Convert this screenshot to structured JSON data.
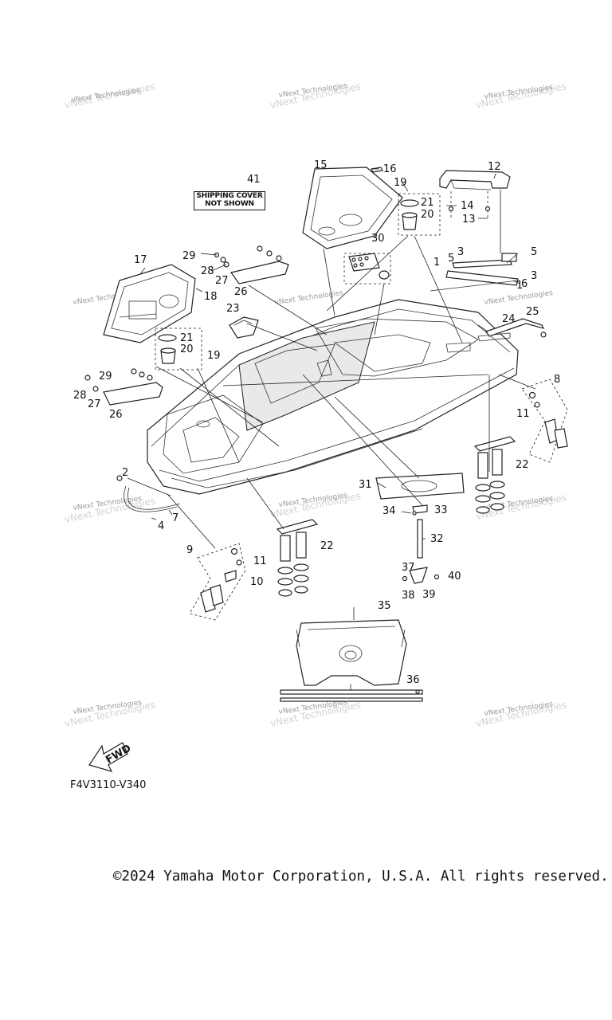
{
  "diagram": {
    "code": "F4V3110-V340",
    "note": {
      "line1": "SHIPPING COVER",
      "line2": "NOT SHOWN"
    },
    "fwd_label": "FWD",
    "watermark_text": "vNext Technologies",
    "copyright": "©2024 Yamaha Motor Corporation, U.S.A. All rights reserved."
  },
  "callouts": [
    {
      "id": "41",
      "text": "41"
    },
    {
      "id": "15",
      "text": "15"
    },
    {
      "id": "16",
      "text": "16"
    },
    {
      "id": "19a",
      "text": "19"
    },
    {
      "id": "21a",
      "text": "21"
    },
    {
      "id": "20a",
      "text": "20"
    },
    {
      "id": "12",
      "text": "12"
    },
    {
      "id": "14",
      "text": "14"
    },
    {
      "id": "13",
      "text": "13"
    },
    {
      "id": "30",
      "text": "30"
    },
    {
      "id": "17",
      "text": "17"
    },
    {
      "id": "29a",
      "text": "29"
    },
    {
      "id": "28a",
      "text": "28"
    },
    {
      "id": "27a",
      "text": "27"
    },
    {
      "id": "26a",
      "text": "26"
    },
    {
      "id": "18",
      "text": "18"
    },
    {
      "id": "5a",
      "text": "5"
    },
    {
      "id": "3a",
      "text": "3"
    },
    {
      "id": "1a",
      "text": "1"
    },
    {
      "id": "5b",
      "text": "5"
    },
    {
      "id": "6",
      "text": "6"
    },
    {
      "id": "3b",
      "text": "3"
    },
    {
      "id": "1b",
      "text": "1"
    },
    {
      "id": "23",
      "text": "23"
    },
    {
      "id": "21b",
      "text": "21"
    },
    {
      "id": "20b",
      "text": "20"
    },
    {
      "id": "19b",
      "text": "19"
    },
    {
      "id": "25",
      "text": "25"
    },
    {
      "id": "24",
      "text": "24"
    },
    {
      "id": "29b",
      "text": "29"
    },
    {
      "id": "28b",
      "text": "28"
    },
    {
      "id": "27b",
      "text": "27"
    },
    {
      "id": "26b",
      "text": "26"
    },
    {
      "id": "8",
      "text": "8"
    },
    {
      "id": "11a",
      "text": "11"
    },
    {
      "id": "22a",
      "text": "22"
    },
    {
      "id": "2",
      "text": "2"
    },
    {
      "id": "7",
      "text": "7"
    },
    {
      "id": "4",
      "text": "4"
    },
    {
      "id": "31",
      "text": "31"
    },
    {
      "id": "33",
      "text": "33"
    },
    {
      "id": "34",
      "text": "34"
    },
    {
      "id": "32",
      "text": "32"
    },
    {
      "id": "9",
      "text": "9"
    },
    {
      "id": "11b",
      "text": "11"
    },
    {
      "id": "10",
      "text": "10"
    },
    {
      "id": "22b",
      "text": "22"
    },
    {
      "id": "37",
      "text": "37"
    },
    {
      "id": "40",
      "text": "40"
    },
    {
      "id": "38",
      "text": "38"
    },
    {
      "id": "39",
      "text": "39"
    },
    {
      "id": "35",
      "text": "35"
    },
    {
      "id": "36",
      "text": "36"
    }
  ]
}
